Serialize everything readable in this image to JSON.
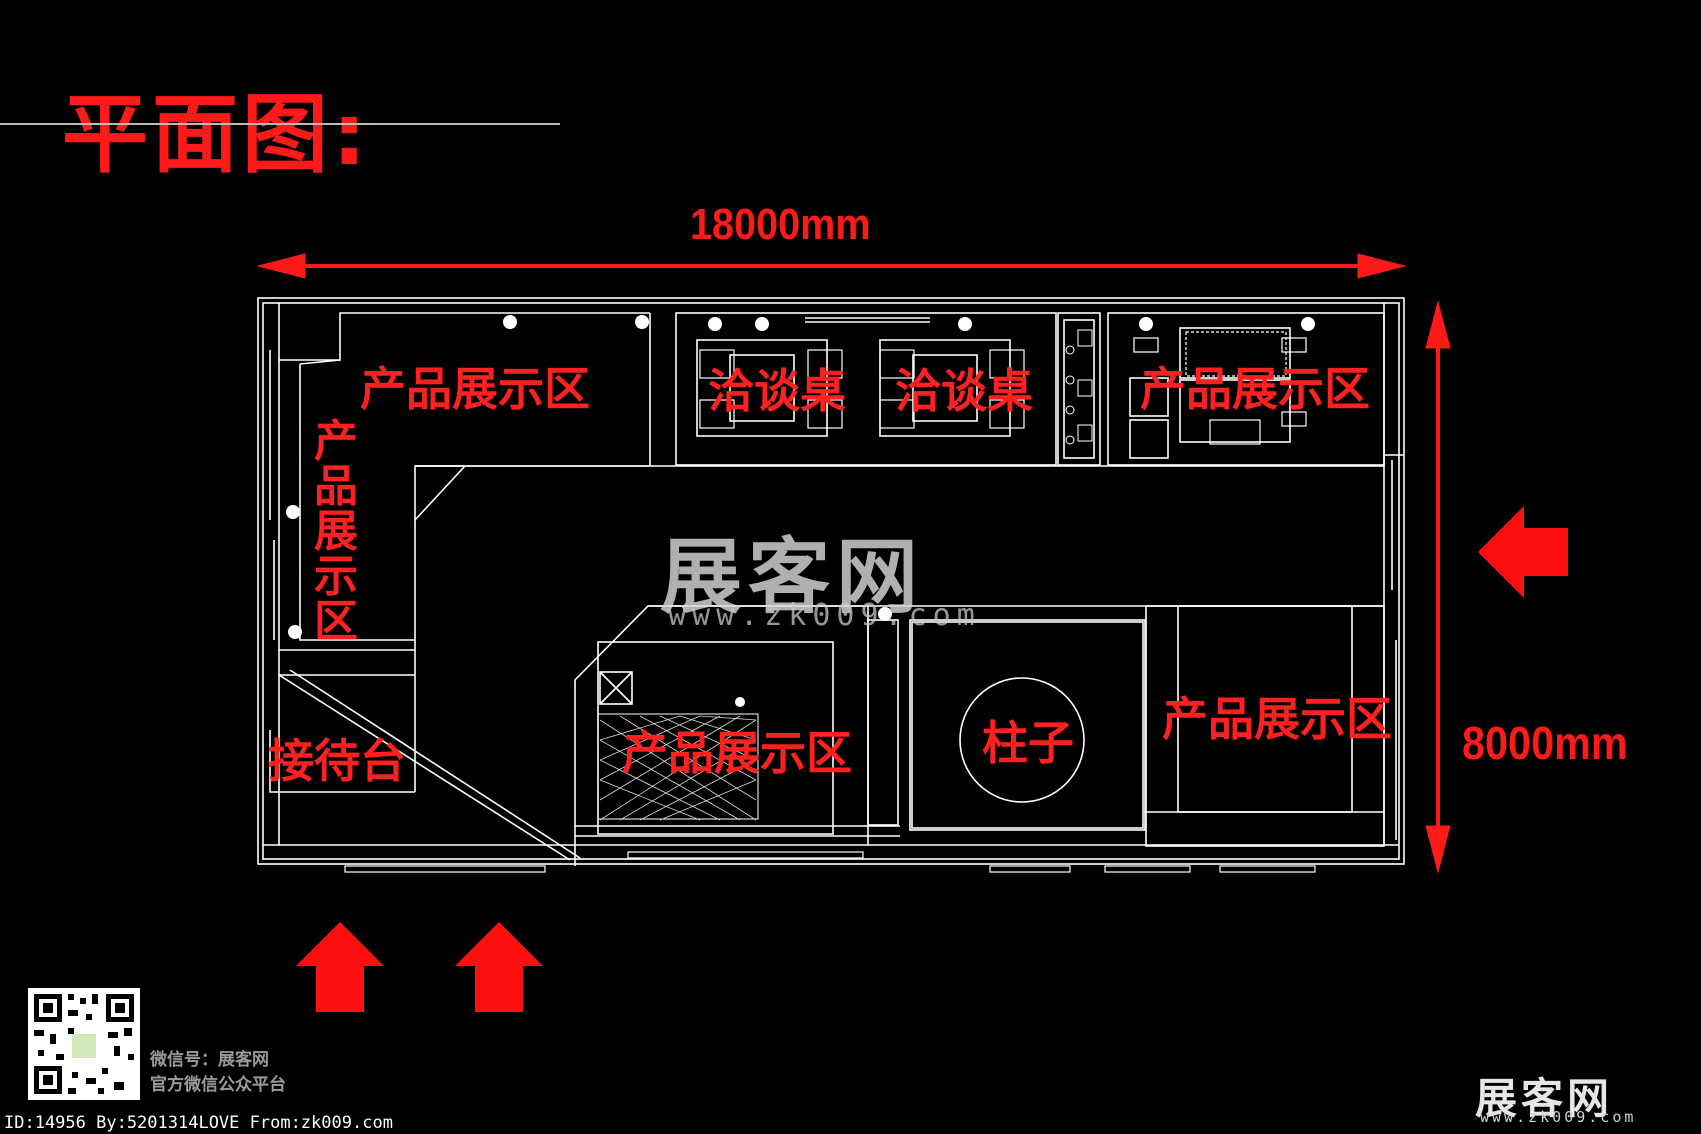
{
  "title": "平面图:",
  "dimensions": {
    "width": "18000mm",
    "depth": "8000mm"
  },
  "zones": {
    "display_top_left": "产品展示区",
    "display_left_vertical": "产品展示区",
    "negotiation_table_1": "洽谈桌",
    "negotiation_table_2": "洽谈桌",
    "display_top_right": "产品展示区",
    "display_center": "产品展示区",
    "pillar": "柱子",
    "display_bottom_right": "产品展示区",
    "reception": "接待台"
  },
  "watermark": {
    "brand": "展客网",
    "url": "www.zk009.com"
  },
  "wechat": {
    "line1": "微信号：展客网",
    "line2": "官方微信公众平台"
  },
  "footer": "ID:14956 By:5201314LOVE From:zk009.com",
  "colors": {
    "accent": "#ff1a1a",
    "linework": "#ffffff",
    "background": "#000000"
  },
  "entrances": {
    "bottom_arrows": 2,
    "right_arrows": 1
  }
}
